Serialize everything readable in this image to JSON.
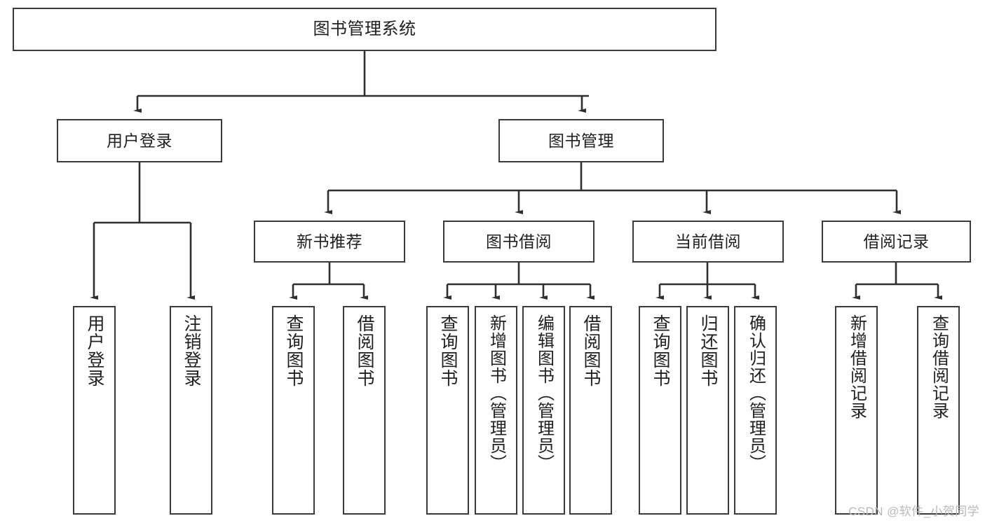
{
  "diagram": {
    "title": "图书管理系统",
    "type": "功能结构图",
    "watermark": "CSDN @软件_小贺同学",
    "style": {
      "background": "#ffffff",
      "node_border": "#3a3a3a",
      "node_fill": "#ffffff",
      "edge_color": "#2f2f2f",
      "text_color": "#1f1f1f",
      "watermark_color": "#b9b9b9"
    },
    "nodes": {
      "root": {
        "id": "root",
        "label": "图书管理系统",
        "level": 0,
        "orientation": "horizontal"
      },
      "user_login": {
        "id": "user_login",
        "label": "用户登录",
        "level": 1,
        "orientation": "horizontal"
      },
      "book_manage": {
        "id": "book_manage",
        "label": "图书管理",
        "level": 1,
        "orientation": "horizontal"
      },
      "new_book_rec": {
        "id": "new_book_rec",
        "label": "新书推荐",
        "level": 2,
        "orientation": "horizontal"
      },
      "book_borrow": {
        "id": "book_borrow",
        "label": "图书借阅",
        "level": 2,
        "orientation": "horizontal"
      },
      "current_borrow": {
        "id": "current_borrow",
        "label": "当前借阅",
        "level": 2,
        "orientation": "horizontal"
      },
      "borrow_record": {
        "id": "borrow_record",
        "label": "借阅记录",
        "level": 2,
        "orientation": "horizontal"
      },
      "leaf_user_login": {
        "id": "leaf_user_login",
        "label": "用户登录",
        "level": 3,
        "orientation": "vertical"
      },
      "leaf_logout": {
        "id": "leaf_logout",
        "label": "注销登录",
        "level": 3,
        "orientation": "vertical"
      },
      "leaf_rec_query": {
        "id": "leaf_rec_query",
        "label": "查询图书",
        "level": 3,
        "orientation": "vertical"
      },
      "leaf_rec_borrow": {
        "id": "leaf_rec_borrow",
        "label": "借阅图书",
        "level": 3,
        "orientation": "vertical"
      },
      "leaf_bb_query": {
        "id": "leaf_bb_query",
        "label": "查询图书",
        "level": 3,
        "orientation": "vertical"
      },
      "leaf_bb_add": {
        "id": "leaf_bb_add",
        "label": "新增图书（管理员）",
        "level": 3,
        "orientation": "vertical"
      },
      "leaf_bb_edit": {
        "id": "leaf_bb_edit",
        "label": "编辑图书（管理员）",
        "level": 3,
        "orientation": "vertical"
      },
      "leaf_bb_borrow": {
        "id": "leaf_bb_borrow",
        "label": "借阅图书",
        "level": 3,
        "orientation": "vertical"
      },
      "leaf_cb_query": {
        "id": "leaf_cb_query",
        "label": "查询图书",
        "level": 3,
        "orientation": "vertical"
      },
      "leaf_cb_return": {
        "id": "leaf_cb_return",
        "label": "归还图书",
        "level": 3,
        "orientation": "vertical"
      },
      "leaf_cb_confirm": {
        "id": "leaf_cb_confirm",
        "label": "确认归还（管理员）",
        "level": 3,
        "orientation": "vertical"
      },
      "leaf_br_add": {
        "id": "leaf_br_add",
        "label": "新增借阅记录",
        "level": 3,
        "orientation": "vertical"
      },
      "leaf_br_query": {
        "id": "leaf_br_query",
        "label": "查询借阅记录",
        "level": 3,
        "orientation": "vertical"
      }
    },
    "edges": [
      {
        "from": "root",
        "to": "user_login"
      },
      {
        "from": "root",
        "to": "book_manage"
      },
      {
        "from": "user_login",
        "to": "leaf_user_login"
      },
      {
        "from": "user_login",
        "to": "leaf_logout"
      },
      {
        "from": "book_manage",
        "to": "new_book_rec"
      },
      {
        "from": "book_manage",
        "to": "book_borrow"
      },
      {
        "from": "book_manage",
        "to": "current_borrow"
      },
      {
        "from": "book_manage",
        "to": "borrow_record"
      },
      {
        "from": "new_book_rec",
        "to": "leaf_rec_query"
      },
      {
        "from": "new_book_rec",
        "to": "leaf_rec_borrow"
      },
      {
        "from": "book_borrow",
        "to": "leaf_bb_query"
      },
      {
        "from": "book_borrow",
        "to": "leaf_bb_add"
      },
      {
        "from": "book_borrow",
        "to": "leaf_bb_edit"
      },
      {
        "from": "book_borrow",
        "to": "leaf_bb_borrow"
      },
      {
        "from": "current_borrow",
        "to": "leaf_cb_query"
      },
      {
        "from": "current_borrow",
        "to": "leaf_cb_return"
      },
      {
        "from": "current_borrow",
        "to": "leaf_cb_confirm"
      },
      {
        "from": "borrow_record",
        "to": "leaf_br_add"
      },
      {
        "from": "borrow_record",
        "to": "leaf_br_query"
      }
    ]
  }
}
